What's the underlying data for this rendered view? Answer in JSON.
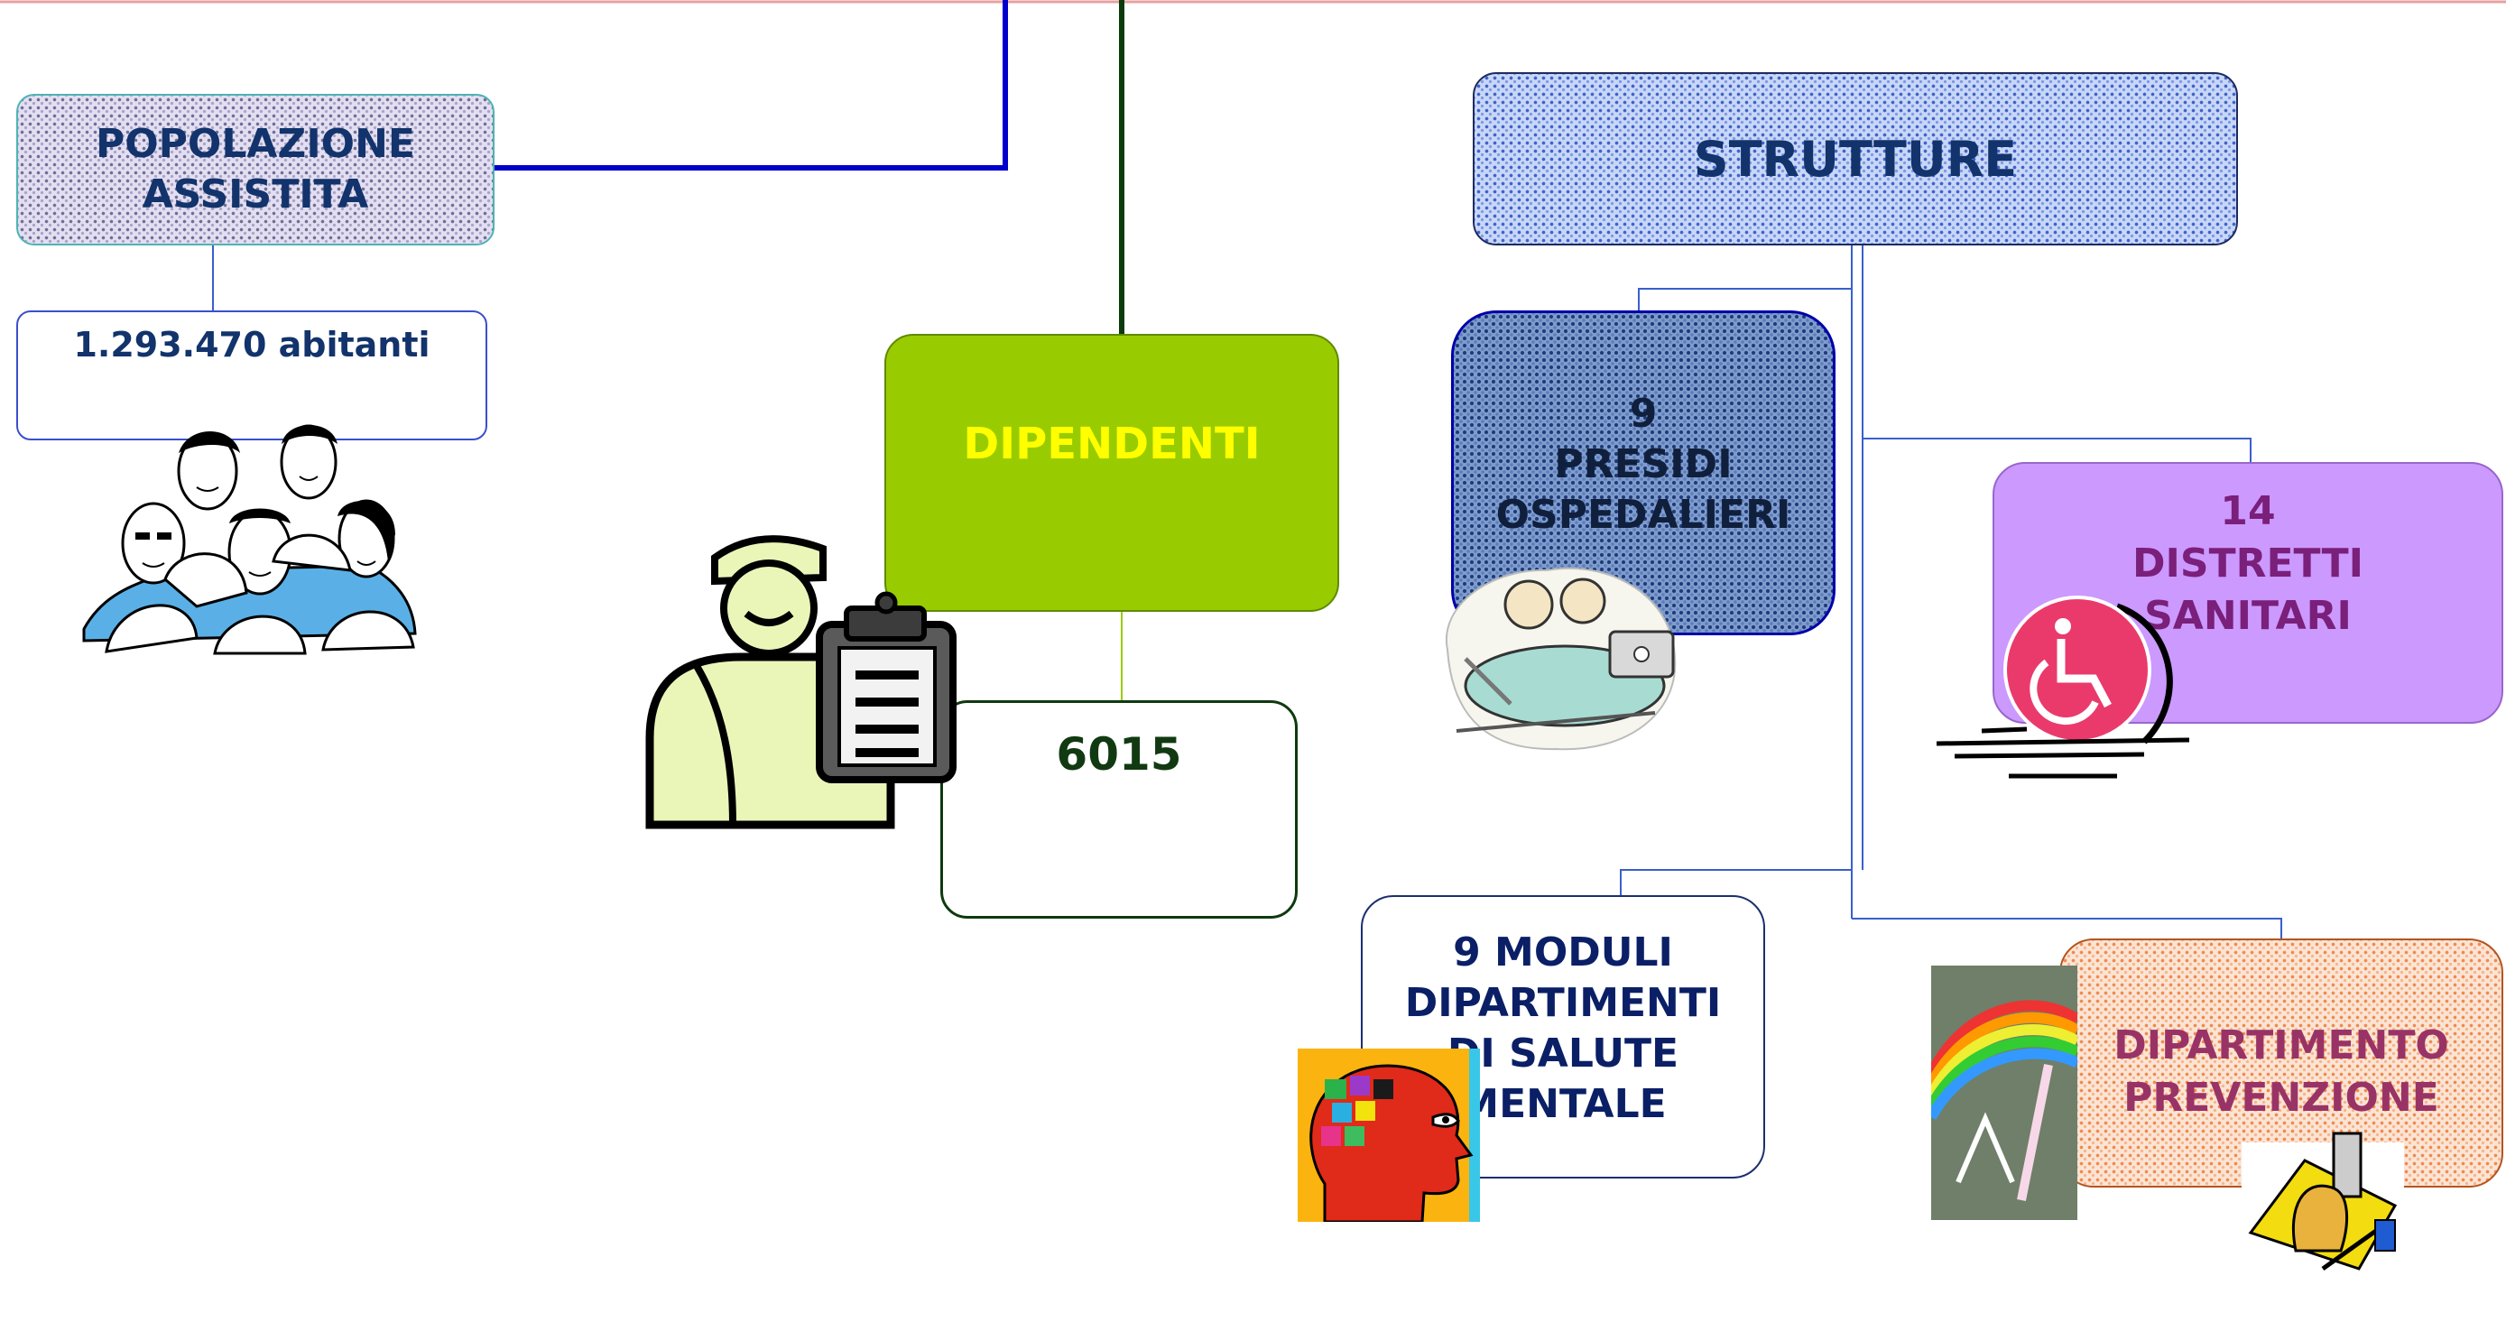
{
  "popolazione": {
    "title_line1": "POPOLAZIONE",
    "title_line2": "ASSISTITA",
    "value": "1.293.470 abitanti"
  },
  "dipendenti": {
    "title": "DIPENDENTI",
    "value": "6015"
  },
  "strutture": {
    "title": "STRUTTURE"
  },
  "presidi": {
    "line1": "9",
    "line2": "PRESIDI",
    "line3": "OSPEDALIERI"
  },
  "distretti": {
    "line1": "14",
    "line2": "DISTRETTI",
    "line3": "SANITARI"
  },
  "salute_mentale": {
    "line1": "9 MODULI",
    "line2": "DIPARTIMENTI",
    "line3": "DI SALUTE",
    "line4": "MENTALE"
  },
  "prevenzione": {
    "line1": "DIPARTIMENTO",
    "line2": "PREVENZIONE"
  },
  "colors": {
    "navy_text": "#12336b",
    "dark_green_text": "#123a12",
    "yellow_text": "#ffff00",
    "green_fill": "#99cc00",
    "purple_text": "#7a1f7a",
    "lilac_fill": "#cc99ff",
    "maroon_text": "#993366",
    "connector_blue": "#0000cc",
    "connector_green": "#003300"
  },
  "icons": [
    "people-group-clipart",
    "nurse-clipboard-clipart",
    "surgery-clipart",
    "wheelchair-icon",
    "puzzle-head-clipart",
    "rainbow-clipart",
    "dog-vet-clipart"
  ]
}
